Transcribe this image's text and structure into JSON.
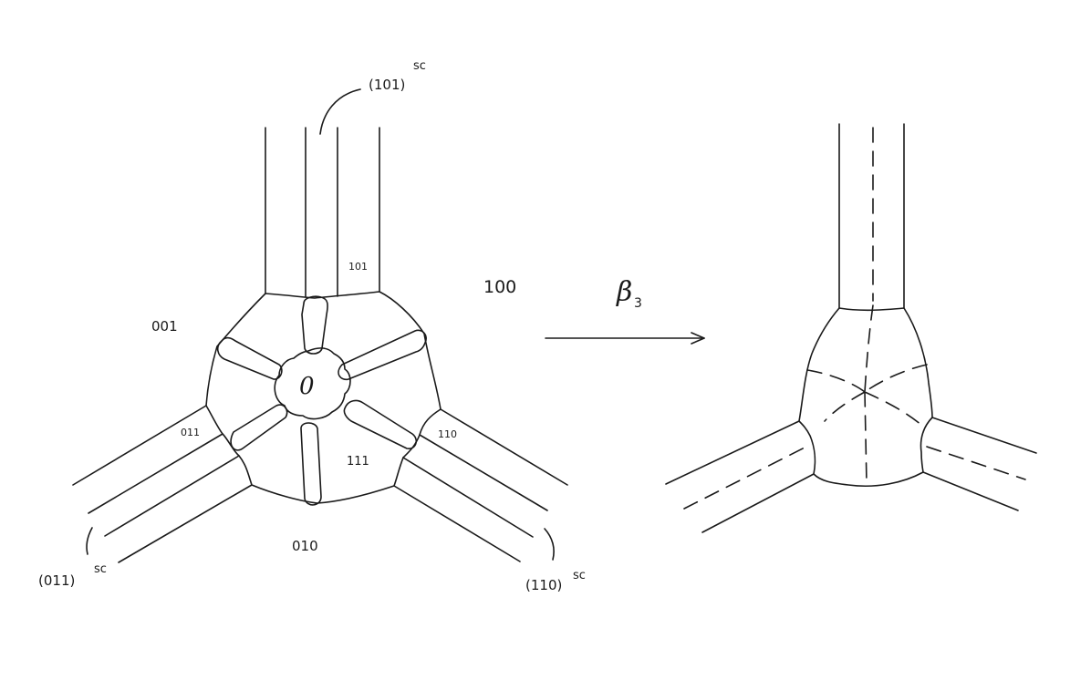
{
  "labels": {
    "region_001": "001",
    "region_100": "100",
    "region_010": "010",
    "region_101": "101",
    "region_011": "011",
    "region_110": "110",
    "region_111": "111",
    "center": "0",
    "arrow_label": "β",
    "arrow_subscript": "3",
    "sc_101": "(101)",
    "sc_011": "(011)",
    "sc_110": "(110)",
    "sc_sup": "sc"
  }
}
